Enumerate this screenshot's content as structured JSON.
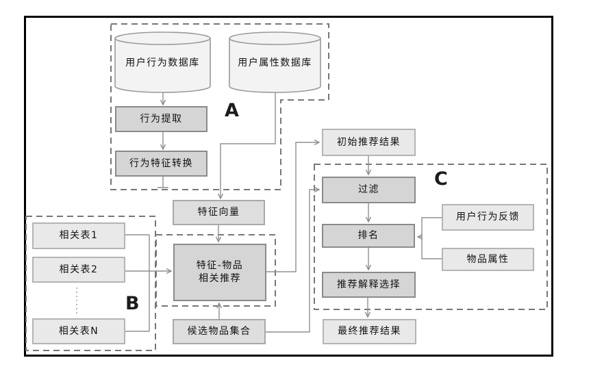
{
  "regions": {
    "a": {
      "label": "A"
    },
    "b": {
      "label": "B"
    },
    "c": {
      "label": "C"
    }
  },
  "nodes": {
    "behavior_db": {
      "label": "用户行为数据库"
    },
    "attribute_db": {
      "label": "用户属性数据库"
    },
    "behavior_extraction": {
      "label": "行为提取"
    },
    "behavior_feature_conversion": {
      "label": "行为特征转换"
    },
    "feature_vector": {
      "label": "特征向量"
    },
    "initial_results": {
      "label": "初始推荐结果"
    },
    "filter": {
      "label": "过滤"
    },
    "ranking": {
      "label": "排名"
    },
    "user_feedback": {
      "label": "用户行为反馈"
    },
    "item_attributes": {
      "label": "物品属性"
    },
    "explanation_selection": {
      "label": "推荐解释选择"
    },
    "final_results": {
      "label": "最终推荐结果"
    },
    "related_table_1": {
      "label": "相关表1"
    },
    "related_table_2": {
      "label": "相关表2"
    },
    "related_table_n": {
      "label": "相关表N"
    },
    "candidate_items": {
      "label": "候选物品集合"
    },
    "feature_item_rec": {
      "label_line1": "特征-物品",
      "label_line2": "相关推荐"
    }
  },
  "edges": [
    {
      "from": "behavior_db",
      "to": "behavior_extraction"
    },
    {
      "from": "behavior_extraction",
      "to": "behavior_feature_conversion"
    },
    {
      "from": "behavior_feature_conversion",
      "to": "feature_vector"
    },
    {
      "from": "attribute_db",
      "to": "feature_vector"
    },
    {
      "from": "feature_vector",
      "to": "feature_item_rec"
    },
    {
      "from": "related_table_1",
      "to": "feature_item_rec"
    },
    {
      "from": "related_table_2",
      "to": "feature_item_rec"
    },
    {
      "from": "related_table_n",
      "to": "feature_item_rec"
    },
    {
      "from": "candidate_items",
      "to": "feature_item_rec"
    },
    {
      "from": "feature_item_rec",
      "to": "initial_results"
    },
    {
      "from": "initial_results",
      "to": "filter"
    },
    {
      "from": "candidate_items",
      "to": "filter"
    },
    {
      "from": "filter",
      "to": "ranking"
    },
    {
      "from": "user_feedback",
      "to": "ranking"
    },
    {
      "from": "item_attributes",
      "to": "ranking"
    },
    {
      "from": "ranking",
      "to": "explanation_selection"
    },
    {
      "from": "explanation_selection",
      "to": "final_results"
    }
  ],
  "colors": {
    "frame": "#000000",
    "dashed_region": "#767676",
    "connector": "#8f8f8f",
    "box_dark_fill": "#d5d5d5",
    "box_dark_border": "#8a8a8a",
    "box_light_fill": "#e9e9e9",
    "box_light_border": "#b4b4b4",
    "cylinder_fill": "#f3f3f3",
    "cylinder_border": "#999999"
  }
}
